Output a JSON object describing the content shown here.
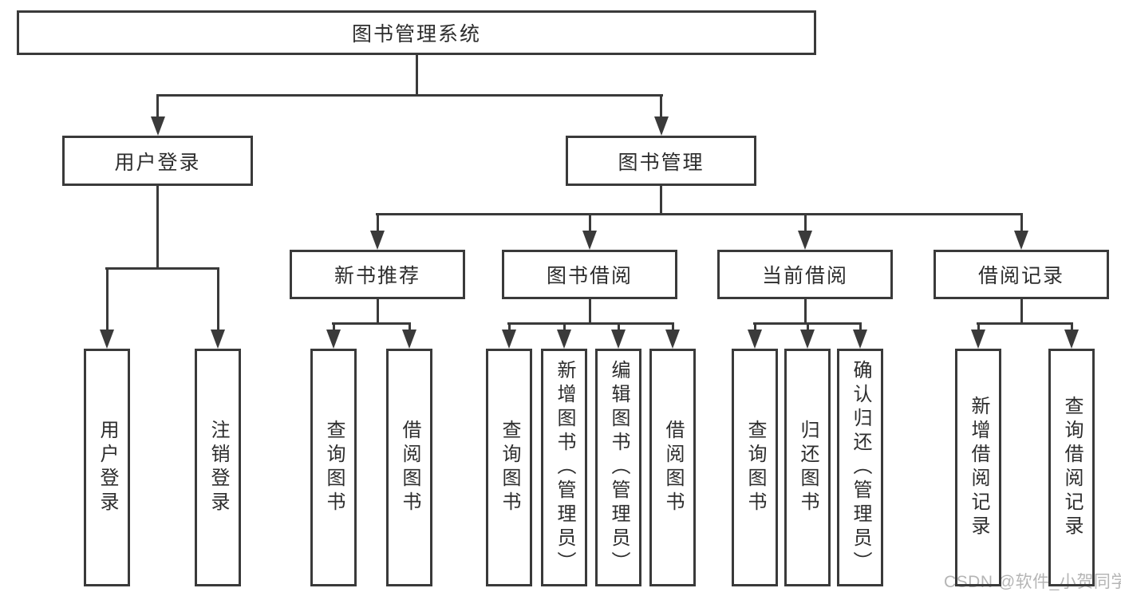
{
  "tree": {
    "root": {
      "label": "图书管理系统",
      "children": [
        {
          "label": "用户登录",
          "children": [
            {
              "label": "用户登录"
            },
            {
              "label": "注销登录"
            }
          ]
        },
        {
          "label": "图书管理",
          "children": [
            {
              "label": "新书推荐",
              "children": [
                {
                  "label": "查询图书"
                },
                {
                  "label": "借阅图书"
                }
              ]
            },
            {
              "label": "图书借阅",
              "children": [
                {
                  "label": "查询图书"
                },
                {
                  "label": "新增图书（管理员）"
                },
                {
                  "label": "编辑图书（管理员）"
                },
                {
                  "label": "借阅图书"
                }
              ]
            },
            {
              "label": "当前借阅",
              "children": [
                {
                  "label": "查询图书"
                },
                {
                  "label": "归还图书"
                },
                {
                  "label": "确认归还（管理员）"
                }
              ]
            },
            {
              "label": "借阅记录",
              "children": [
                {
                  "label": "新增借阅记录"
                },
                {
                  "label": "查询借阅记录"
                }
              ]
            }
          ]
        }
      ]
    }
  },
  "watermark": {
    "text": "CSDN @软件_小贺同学",
    "color": "#b5b5b5"
  },
  "colors": {
    "line": "#3a3a3a",
    "text": "#2d2d2d",
    "background": "#ffffff"
  }
}
